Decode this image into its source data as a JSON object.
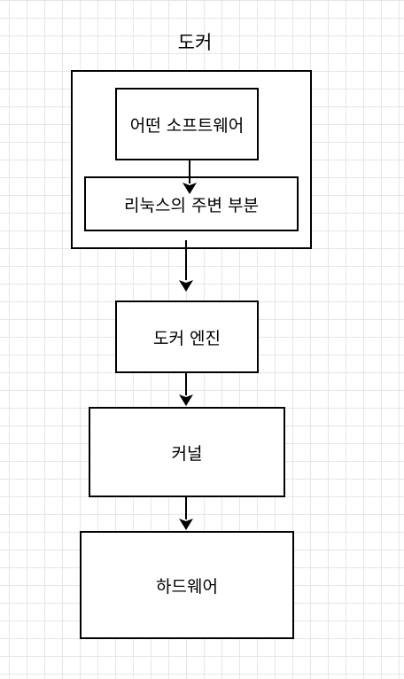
{
  "diagram": {
    "title": "도커",
    "nodes": {
      "software": "어떤 소프트웨어",
      "linux_periphery": "리눅스의 주변 부분",
      "docker_engine": "도커 엔진",
      "kernel": "커널",
      "hardware": "하드웨어"
    },
    "edges": [
      {
        "from": "software",
        "to": "linux_periphery"
      },
      {
        "from": "docker_container",
        "to": "docker_engine"
      },
      {
        "from": "docker_engine",
        "to": "kernel"
      },
      {
        "from": "kernel",
        "to": "hardware"
      }
    ]
  },
  "colors": {
    "stroke": "#000000",
    "background": "#ffffff",
    "grid": "#e6e6e6"
  }
}
